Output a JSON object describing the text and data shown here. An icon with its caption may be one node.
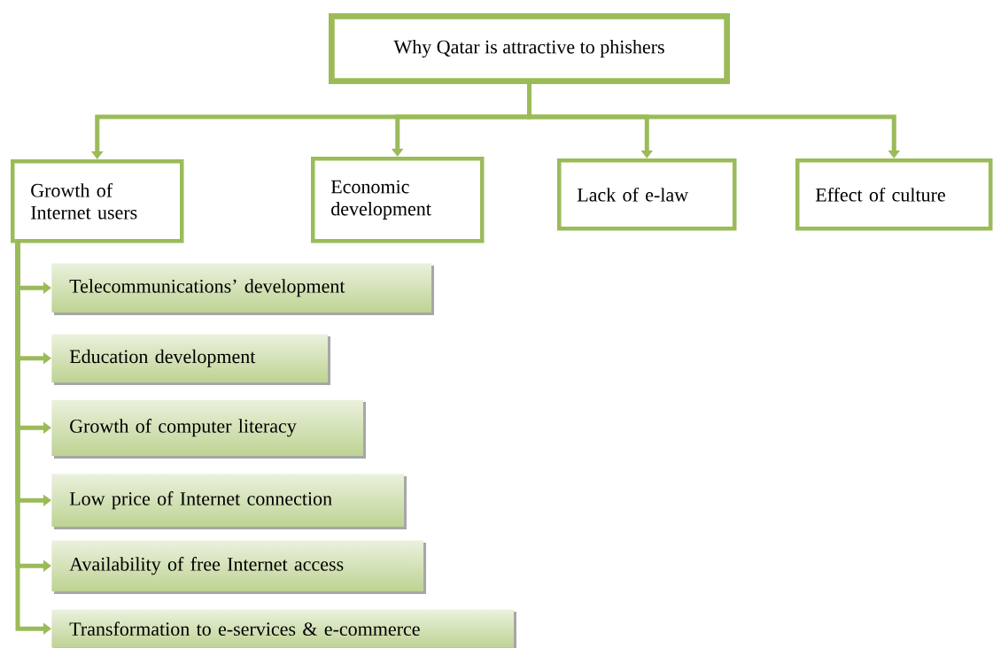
{
  "diagram": {
    "nodes": [
      {
        "text": [
          "Why Qatar is attractive to phishers"
        ]
      },
      {
        "text": [
          "Growth of Internet users"
        ]
      },
      {
        "text": [
          "Economic development"
        ]
      },
      {
        "text": [
          "Lack of e-law"
        ]
      },
      {
        "text": [
          "Effect of culture"
        ]
      },
      {
        "text": [
          "Telecommunications’ development"
        ]
      },
      {
        "text": [
          "Education development"
        ]
      },
      {
        "text": [
          "Growth of computer literacy"
        ]
      },
      {
        "text": [
          "Low price of Internet connection"
        ]
      },
      {
        "text": [
          "Availability of free Internet access"
        ]
      },
      {
        "text": [
          "Transformation to e-services & e-commerce"
        ]
      }
    ],
    "edges": [
      {
        "from": 0,
        "to": 1,
        "arrow": "to"
      },
      {
        "from": 0,
        "to": 2,
        "arrow": "to"
      },
      {
        "from": 0,
        "to": 3,
        "arrow": "to"
      },
      {
        "from": 0,
        "to": 4,
        "arrow": "to"
      },
      {
        "from": 1,
        "to": 5,
        "arrow": "to"
      },
      {
        "from": 1,
        "to": 6,
        "arrow": "to"
      },
      {
        "from": 1,
        "to": 7,
        "arrow": "to"
      },
      {
        "from": 1,
        "to": 8,
        "arrow": "to"
      },
      {
        "from": 1,
        "to": 9,
        "arrow": "to"
      },
      {
        "from": 1,
        "to": 10,
        "arrow": "to"
      }
    ]
  }
}
